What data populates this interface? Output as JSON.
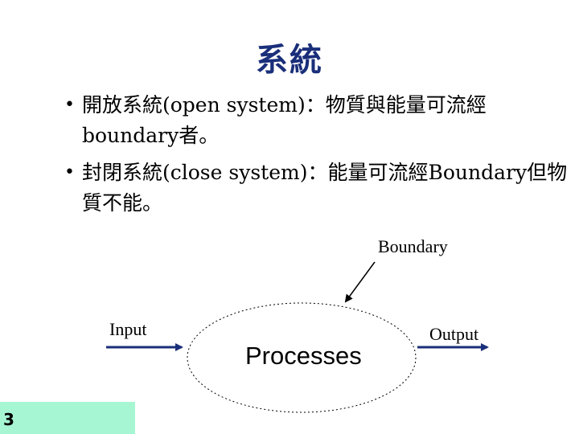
{
  "slide": {
    "title": "系統",
    "bullets": [
      {
        "marker": "•",
        "text": "開放系統(open system)：物質與能量可流經boundary者。"
      },
      {
        "marker": "•",
        "text": "封閉系統(close system)：能量可流經Boundary但物質不能。"
      }
    ],
    "page_number": "3"
  },
  "diagram": {
    "boundary_label": "Boundary",
    "input_label": "Input",
    "output_label": "Output",
    "process_label": "Processes"
  },
  "colors": {
    "title": "#1a2f7a",
    "arrow": "#1a2f7a",
    "page_box": "#a7f6d3"
  }
}
